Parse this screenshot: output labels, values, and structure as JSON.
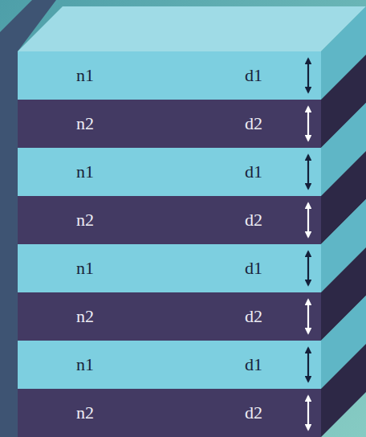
{
  "diagram": {
    "nodes": [
      {
        "text": [
          "n1",
          "d1"
        ]
      },
      {
        "text": [
          "n2",
          "d2"
        ]
      },
      {
        "text": [
          "n1",
          "d1"
        ]
      },
      {
        "text": [
          "n2",
          "d2"
        ]
      },
      {
        "text": [
          "n1",
          "d1"
        ]
      },
      {
        "text": [
          "n2",
          "d2"
        ]
      },
      {
        "text": [
          "n1",
          "d1"
        ]
      },
      {
        "text": [
          "n2",
          "d2"
        ]
      }
    ]
  }
}
